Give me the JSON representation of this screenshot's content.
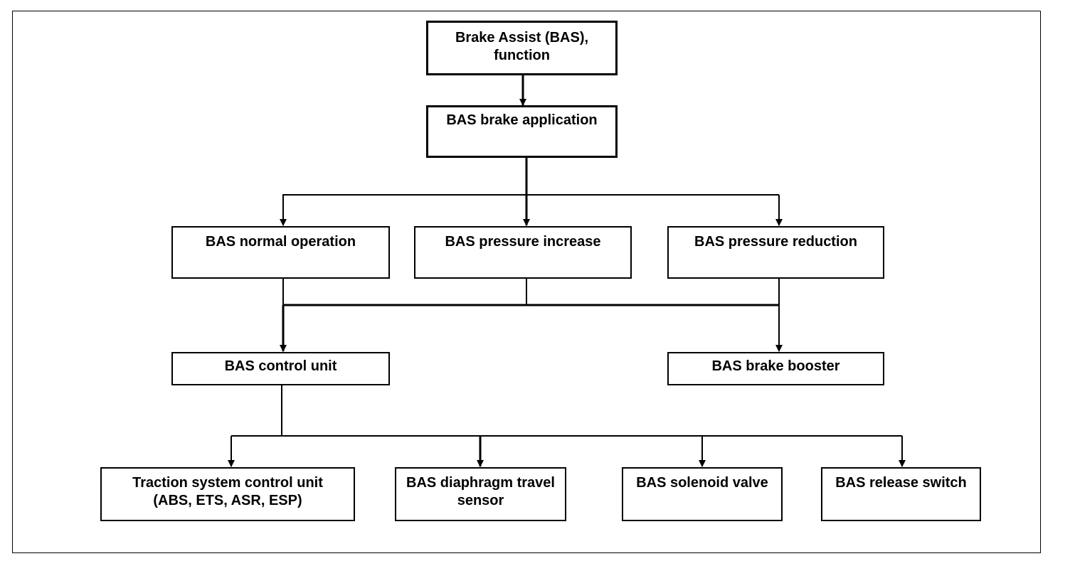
{
  "nodes": {
    "function": {
      "line1": "Brake Assist (BAS),",
      "line2": "function"
    },
    "application": {
      "label": "BAS brake application"
    },
    "normal": {
      "label": "BAS normal operation"
    },
    "increase": {
      "label": "BAS pressure increase"
    },
    "reduction": {
      "label": "BAS pressure reduction"
    },
    "control_unit": {
      "label": "BAS control unit"
    },
    "booster": {
      "label": "BAS brake booster"
    },
    "traction": {
      "line1": "Traction system control unit",
      "line2": "(ABS, ETS, ASR, ESP)"
    },
    "diaphragm": {
      "line1": "BAS diaphragm travel",
      "line2": "sensor"
    },
    "solenoid": {
      "label": "BAS solenoid valve"
    },
    "release": {
      "label": "BAS release switch"
    }
  }
}
